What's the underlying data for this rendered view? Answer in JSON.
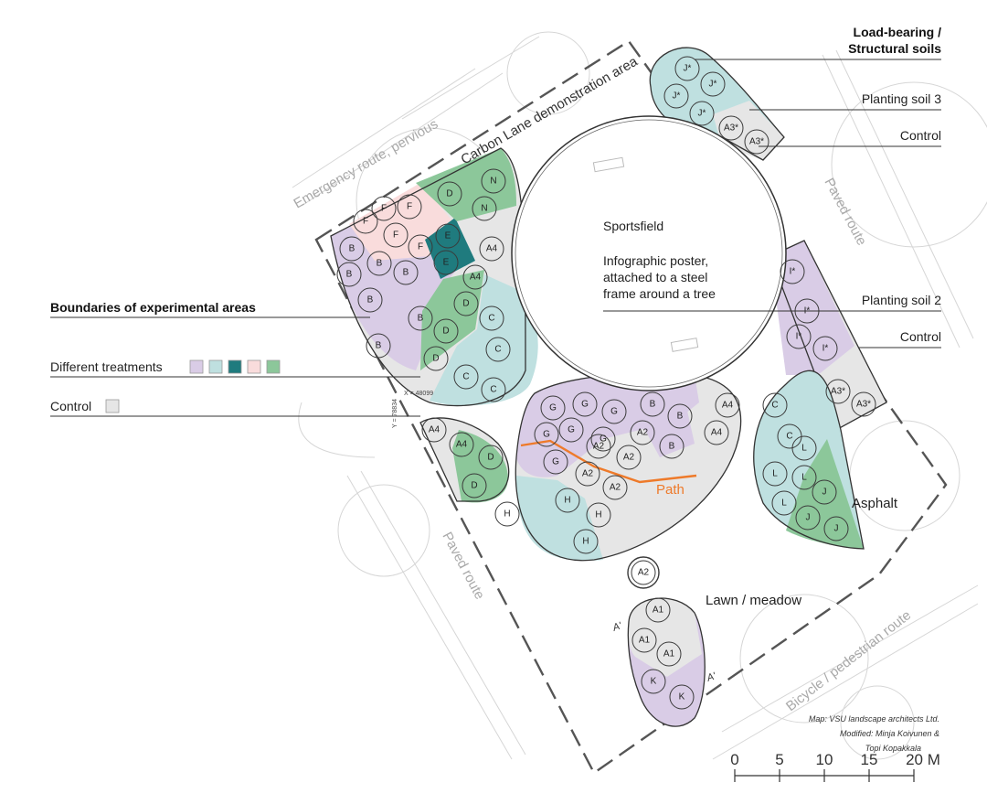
{
  "map": {
    "legend": {
      "boundaries": "Boundaries of experimental areas",
      "treatments": "Different treatments",
      "treatment_colors": [
        "#d9cce6",
        "#bfe0e0",
        "#1f7b7e",
        "#f9dcdc",
        "#8cc79a"
      ],
      "control": "Control",
      "control_color": "#e6e6e6"
    },
    "right_labels": {
      "load_bearing_1": "Load-bearing /",
      "load_bearing_2": "Structural soils",
      "planting_soil_3": "Planting soil 3",
      "control_top": "Control",
      "planting_soil_2": "Planting soil 2",
      "control_mid": "Control"
    },
    "features": {
      "sportsfield": "Sportsfield",
      "poster_1": "Infographic poster,",
      "poster_2": "attached to a steel",
      "poster_3": "frame around a tree",
      "path": "Path",
      "asphalt": "Asphalt",
      "lawn": "Lawn / meadow"
    },
    "background_labels": {
      "carbon_lane": "Carbon Lane demonstration area",
      "emergency_route": "Emergency route, pervious",
      "paved_route_right": "Paved route",
      "paved_route_left": "Paved route",
      "bicycle_route": "Bicycle / pedestrian route",
      "coord_x": "X = 48099",
      "coord_y": "Y = 78834"
    },
    "section_marks": {
      "a1": "A'",
      "a2": "A'"
    },
    "credit": {
      "line1": "Map: VSU landscape architects Ltd.",
      "line2": "Modified: Minja Koivunen &",
      "line3": "Topi Kopakkala"
    },
    "scale": {
      "ticks": [
        "0",
        "5",
        "10",
        "15",
        "20 M"
      ]
    },
    "plots": [
      {
        "id": "n1",
        "label": "N"
      },
      {
        "id": "n2",
        "label": "N"
      },
      {
        "id": "d1",
        "label": "D"
      },
      {
        "id": "e1",
        "label": "E"
      },
      {
        "id": "e2",
        "label": "E"
      },
      {
        "id": "f1",
        "label": "F"
      },
      {
        "id": "f2",
        "label": "F"
      },
      {
        "id": "f3",
        "label": "F"
      },
      {
        "id": "f4",
        "label": "F"
      },
      {
        "id": "f5",
        "label": "F"
      },
      {
        "id": "b1",
        "label": "B"
      },
      {
        "id": "b2",
        "label": "B"
      },
      {
        "id": "b3",
        "label": "B"
      },
      {
        "id": "b4",
        "label": "B"
      },
      {
        "id": "b5",
        "label": "B"
      },
      {
        "id": "b6",
        "label": "B"
      },
      {
        "id": "b7",
        "label": "B"
      },
      {
        "id": "a4a",
        "label": "A4"
      },
      {
        "id": "a4b",
        "label": "A4"
      },
      {
        "id": "d2",
        "label": "D"
      },
      {
        "id": "d3",
        "label": "D"
      },
      {
        "id": "d4",
        "label": "D"
      },
      {
        "id": "c1",
        "label": "C"
      },
      {
        "id": "c2",
        "label": "C"
      },
      {
        "id": "c3",
        "label": "C"
      },
      {
        "id": "c4",
        "label": "C"
      },
      {
        "id": "g1",
        "label": "G"
      },
      {
        "id": "g2",
        "label": "G"
      },
      {
        "id": "g3",
        "label": "G"
      },
      {
        "id": "g4",
        "label": "G"
      },
      {
        "id": "g5",
        "label": "G"
      },
      {
        "id": "g6",
        "label": "G"
      },
      {
        "id": "g7",
        "label": "G"
      },
      {
        "id": "bm1",
        "label": "B"
      },
      {
        "id": "bm2",
        "label": "B"
      },
      {
        "id": "bm3",
        "label": "B"
      },
      {
        "id": "a2a",
        "label": "A2"
      },
      {
        "id": "a2b",
        "label": "A2"
      },
      {
        "id": "a2c",
        "label": "A2"
      },
      {
        "id": "a2d",
        "label": "A2"
      },
      {
        "id": "a2e",
        "label": "A2"
      },
      {
        "id": "a4c",
        "label": "A4"
      },
      {
        "id": "a4d",
        "label": "A4"
      },
      {
        "id": "h1",
        "label": "H"
      },
      {
        "id": "h2",
        "label": "H"
      },
      {
        "id": "h3",
        "label": "H"
      },
      {
        "id": "h4",
        "label": "H"
      },
      {
        "id": "a4e",
        "label": "A4"
      },
      {
        "id": "a4f",
        "label": "A4"
      },
      {
        "id": "d5",
        "label": "D"
      },
      {
        "id": "d6",
        "label": "D"
      },
      {
        "id": "a2f",
        "label": "A2"
      },
      {
        "id": "a1a",
        "label": "A1"
      },
      {
        "id": "a1b",
        "label": "A1"
      },
      {
        "id": "a1c",
        "label": "A1"
      },
      {
        "id": "k1",
        "label": "K"
      },
      {
        "id": "k2",
        "label": "K"
      },
      {
        "id": "j1",
        "label": "J*"
      },
      {
        "id": "j2",
        "label": "J*"
      },
      {
        "id": "j3",
        "label": "J*"
      },
      {
        "id": "j4",
        "label": "J*"
      },
      {
        "id": "a3a",
        "label": "A3*"
      },
      {
        "id": "a3b",
        "label": "A3*"
      },
      {
        "id": "i1",
        "label": "I*"
      },
      {
        "id": "i2",
        "label": "I*"
      },
      {
        "id": "i3",
        "label": "I*"
      },
      {
        "id": "i4",
        "label": "I*"
      },
      {
        "id": "a3c",
        "label": "A3*"
      },
      {
        "id": "a3d",
        "label": "A3*"
      },
      {
        "id": "cr1",
        "label": "C"
      },
      {
        "id": "cr2",
        "label": "C"
      },
      {
        "id": "l1",
        "label": "L"
      },
      {
        "id": "l2",
        "label": "L"
      },
      {
        "id": "l3",
        "label": "L"
      },
      {
        "id": "l4",
        "label": "L"
      },
      {
        "id": "jr1",
        "label": "J"
      },
      {
        "id": "jr2",
        "label": "J"
      },
      {
        "id": "jr3",
        "label": "J"
      }
    ]
  }
}
